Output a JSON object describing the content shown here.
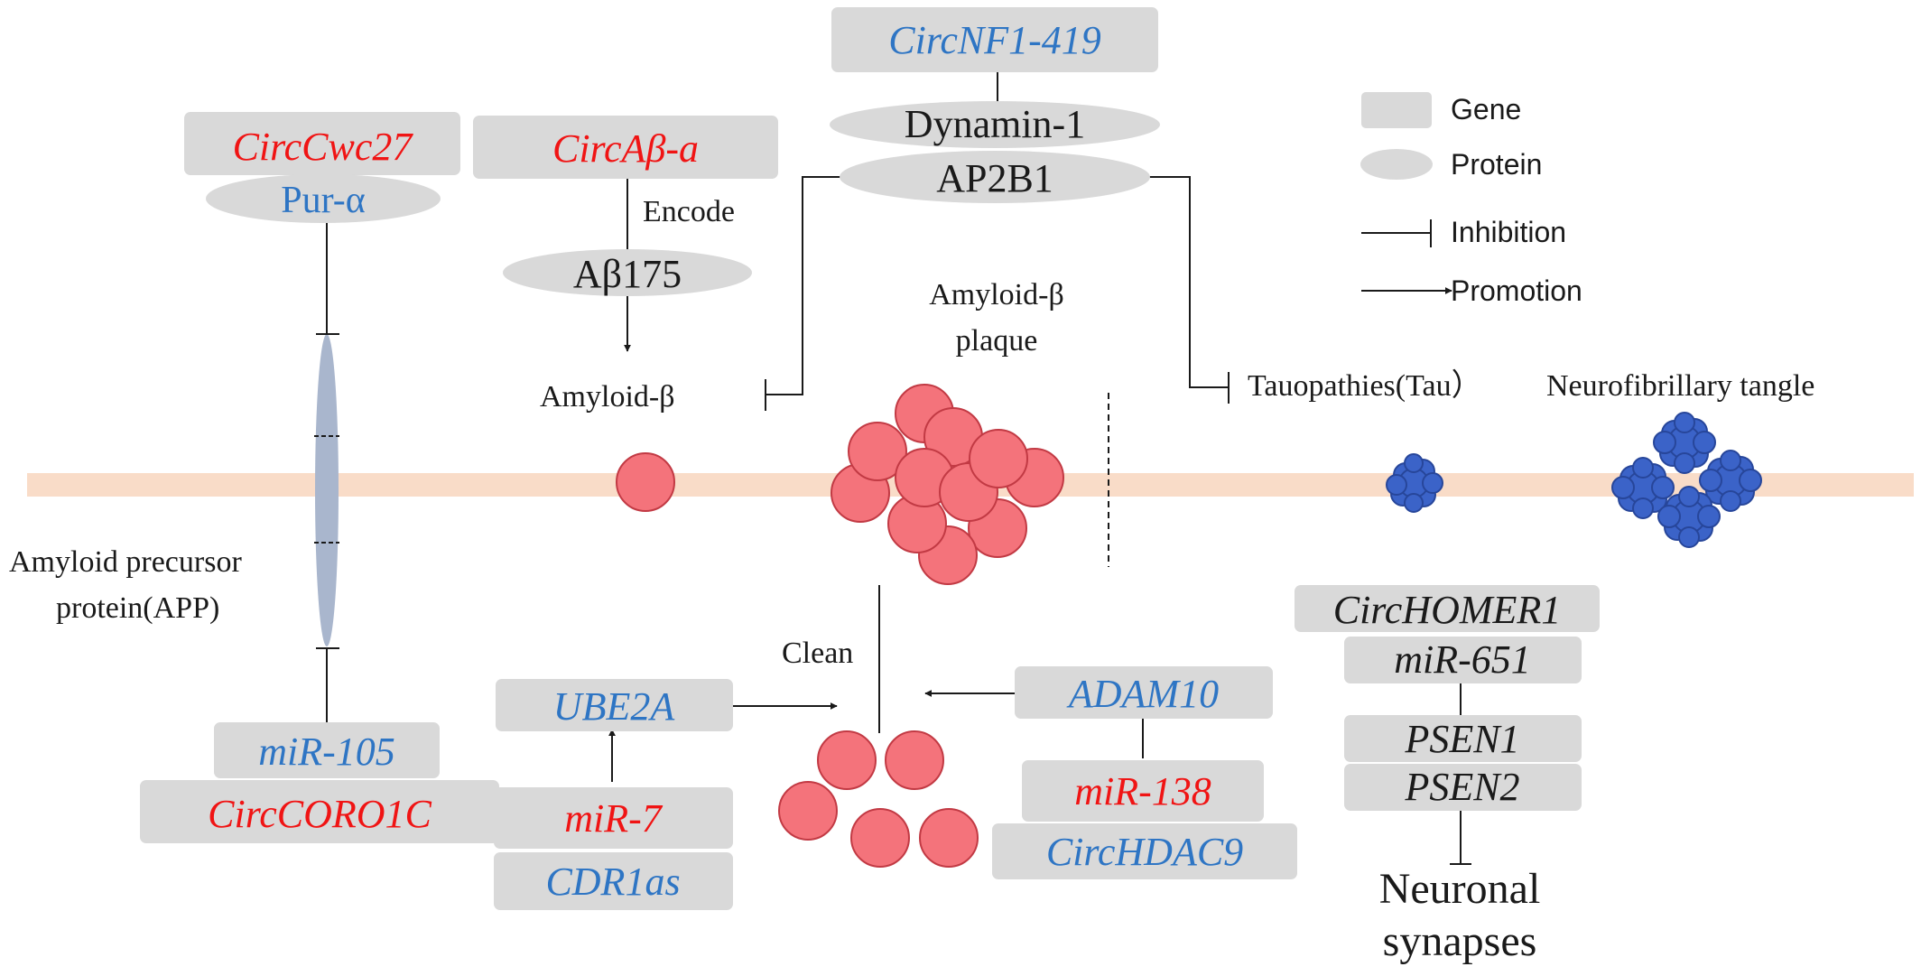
{
  "colors": {
    "red": "#f01414",
    "blue": "#2e75c4",
    "black": "#1a1a1a",
    "gene_box": "#d9d9d9",
    "membrane": "#f9dcc8",
    "amyloid": "#f4737b",
    "tau": "#3b63c8",
    "app_protein": "#a9b6cd"
  },
  "legend": {
    "gene": "Gene",
    "protein": "Protein",
    "inhibition": "Inhibition",
    "promotion": "Promotion"
  },
  "genes": {
    "circ_nf1": "CircNF1-419",
    "circ_cwc27": "CircCwc27",
    "circ_abeta_a": "CircAβ-a",
    "mir_105": "miR-105",
    "circ_coro1c": "CircCORO1C",
    "ube2a": "UBE2A",
    "mir_7": "miR-7",
    "cdr1as": "CDR1as",
    "adam10": "ADAM10",
    "mir_138": "miR-138",
    "circ_hdac9": "CircHDAC9",
    "circ_homer1": "CircHOMER1",
    "mir_651": "miR-651",
    "psen1": "PSEN1",
    "psen2": "PSEN2"
  },
  "proteins": {
    "dynamin1": "Dynamin-1",
    "ap2b1": "AP2B1",
    "pur_alpha": "Pur-α",
    "abeta175": "Aβ175"
  },
  "labels": {
    "encode": "Encode",
    "amyloid_beta": "Amyloid-β",
    "plaque_line1": "Amyloid-β",
    "plaque_line2": "plaque",
    "tauopathies": "Tauopathies(Tau）",
    "tangle": "Neurofibrillary tangle",
    "app_line1": "Amyloid precursor",
    "app_line2": "protein(APP)",
    "clean": "Clean",
    "neuronal_line1": "Neuronal",
    "neuronal_line2": "synapses"
  }
}
